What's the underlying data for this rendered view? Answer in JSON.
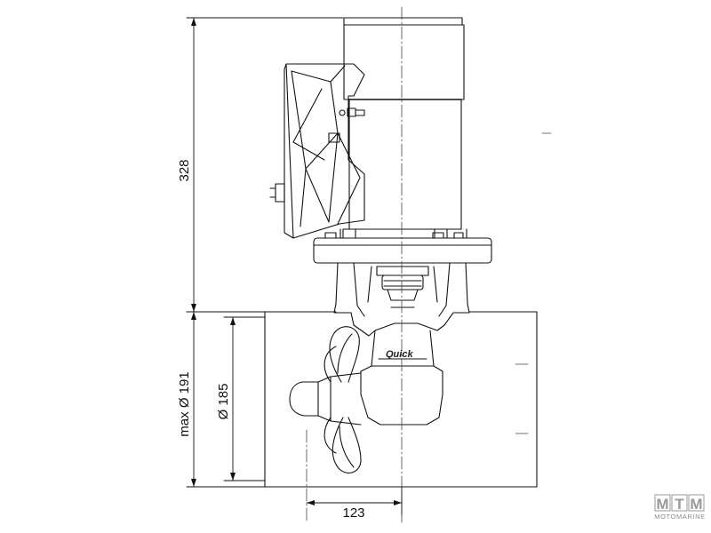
{
  "dimensions": {
    "height_total": "328",
    "max_tunnel_diameter": "max Ø 191",
    "tunnel_diameter": "Ø 185",
    "offset": "123"
  },
  "brand": {
    "product_mark": "Quick"
  },
  "watermark": {
    "letters": [
      "M",
      "T",
      "M"
    ],
    "subtitle": "MOTOMARINE"
  }
}
